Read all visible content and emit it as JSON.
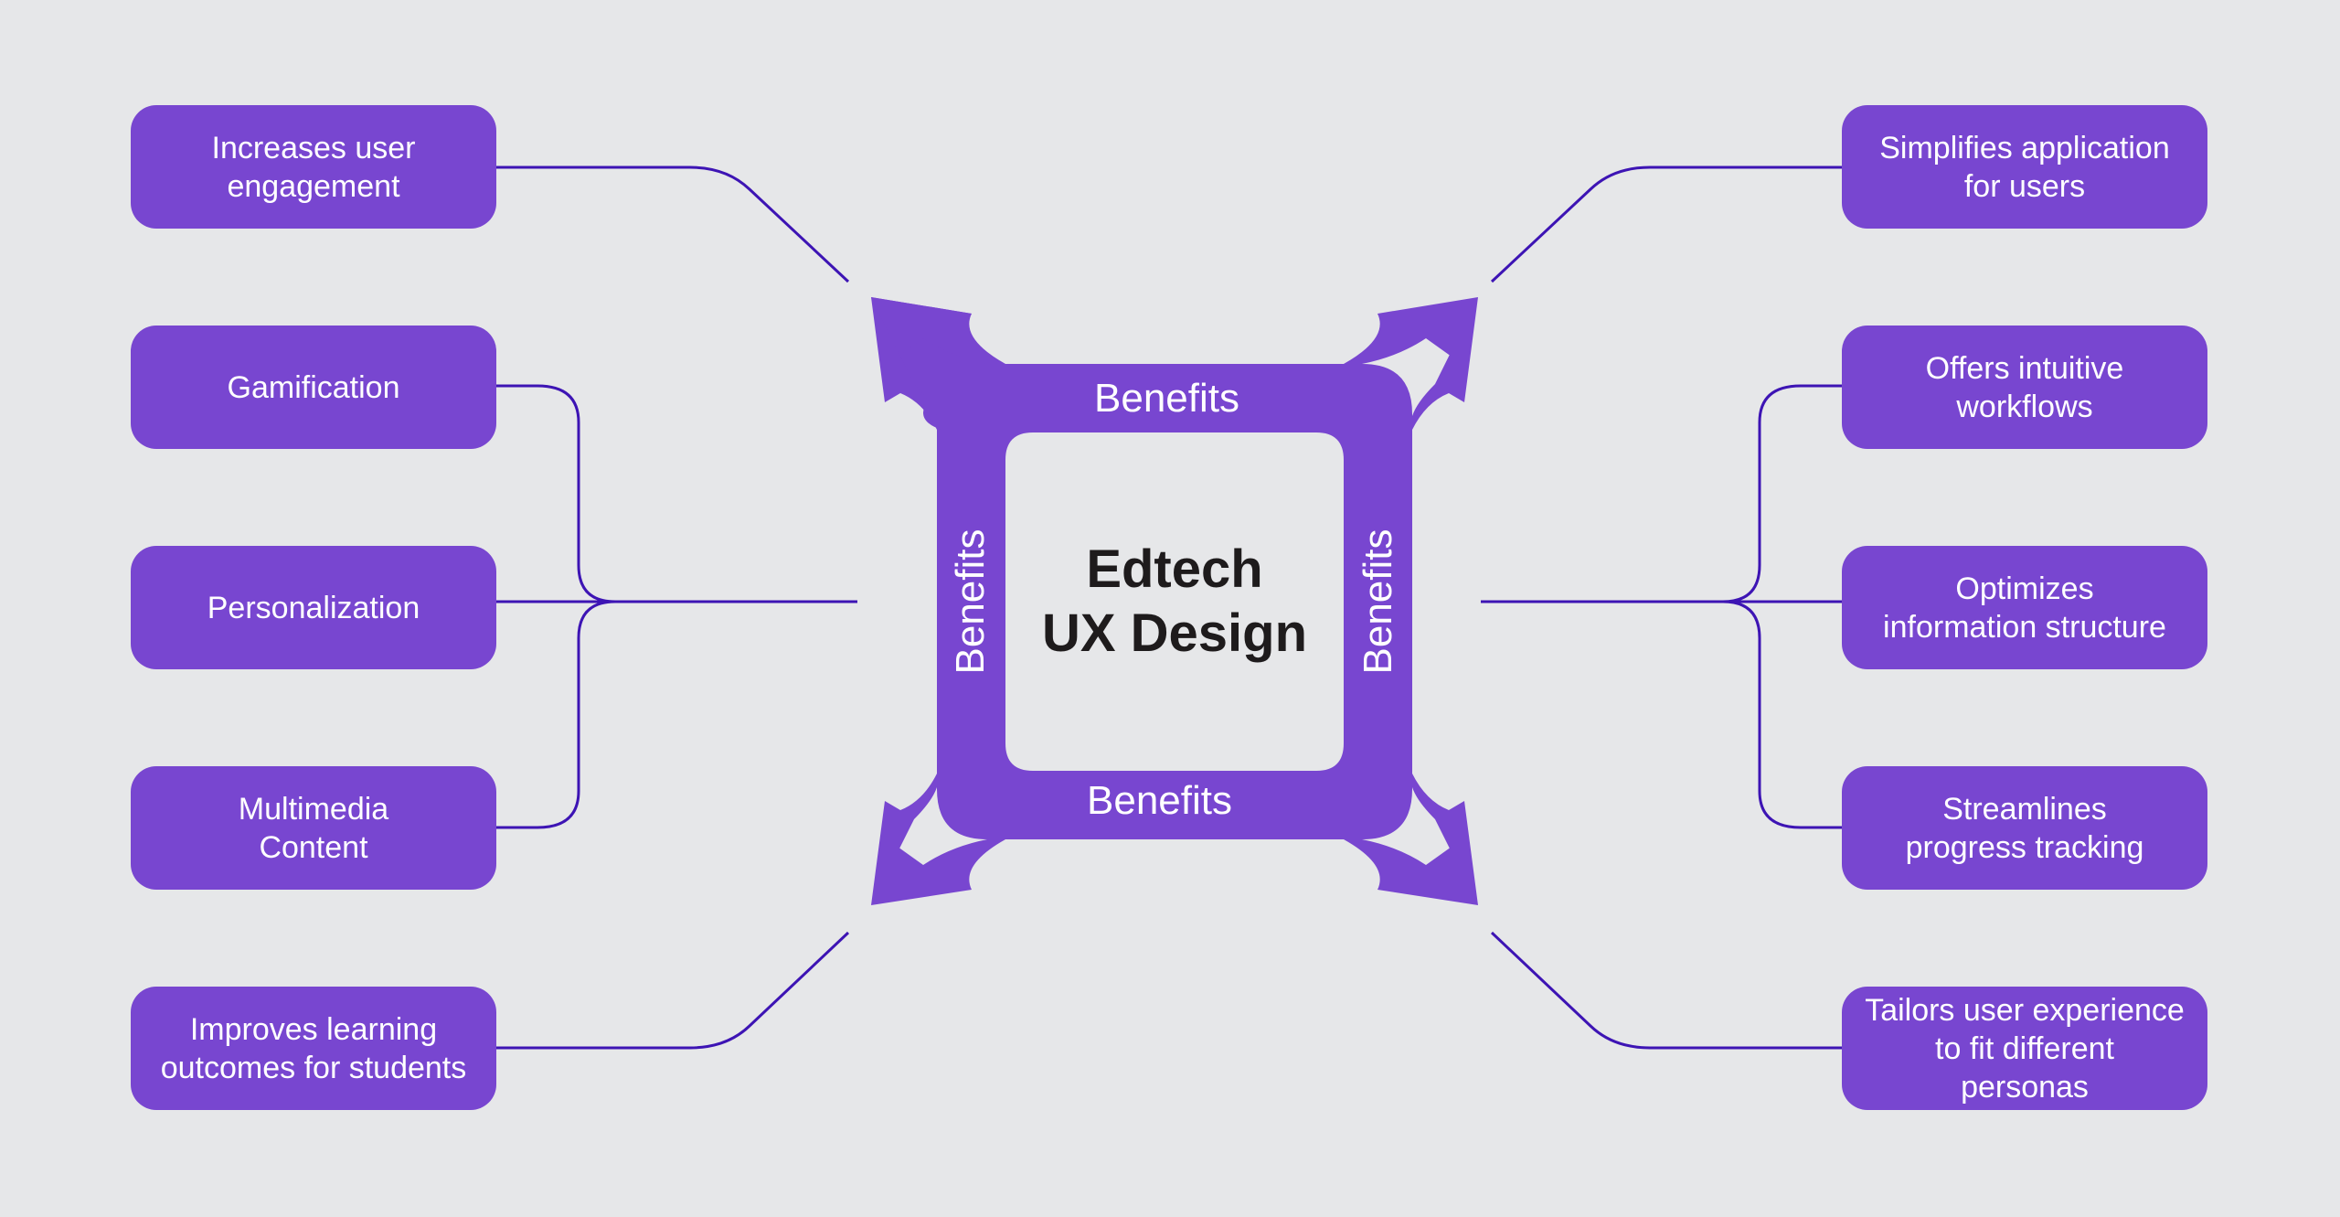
{
  "diagram": {
    "center": {
      "title_line1": "Edtech",
      "title_line2": "UX Design"
    },
    "ring_labels": {
      "top": "Benefits",
      "bottom": "Benefits",
      "left": "Benefits",
      "right": "Benefits"
    },
    "left_items": [
      {
        "line1": "Increases user",
        "line2": "engagement",
        "line3": ""
      },
      {
        "line1": "Gamification",
        "line2": "",
        "line3": ""
      },
      {
        "line1": "Personalization",
        "line2": "",
        "line3": ""
      },
      {
        "line1": "Multimedia",
        "line2": "Content",
        "line3": ""
      },
      {
        "line1": "Improves learning",
        "line2": "outcomes for students",
        "line3": ""
      }
    ],
    "right_items": [
      {
        "line1": "Simplifies application",
        "line2": "for users",
        "line3": ""
      },
      {
        "line1": "Offers intuitive",
        "line2": "workflows",
        "line3": ""
      },
      {
        "line1": "Optimizes",
        "line2": "information structure",
        "line3": ""
      },
      {
        "line1": "Streamlines",
        "line2": "progress tracking",
        "line3": ""
      },
      {
        "line1": "Tailors user experience",
        "line2": "to fit different",
        "line3": "personas"
      }
    ],
    "colors": {
      "background": "#e6e7e9",
      "box_fill": "#7846d0",
      "ring_fill": "#7846d0",
      "connector": "#3d14b4",
      "box_text": "#ffffff",
      "center_text": "#1e1b1c"
    }
  }
}
